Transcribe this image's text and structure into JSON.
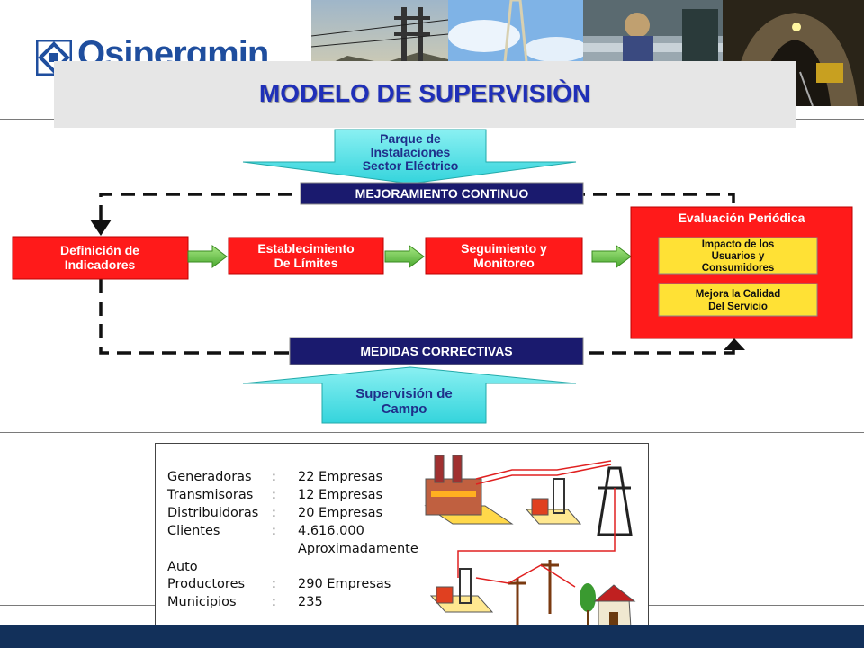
{
  "header": {
    "logo_text": "Osinergmin",
    "title": "MODELO DE SUPERVISIÒN"
  },
  "diagram": {
    "top_input": [
      "Parque de",
      "Instalaciones",
      "Sector Eléctrico"
    ],
    "bottom_input": [
      "Supervisión de",
      "Campo"
    ],
    "loop_top_label": "MEJORAMIENTO CONTINUO",
    "loop_bottom_label": "MEDIDAS CORRECTIVAS",
    "step1": [
      "Definición de",
      "Indicadores"
    ],
    "step2": [
      "Establecimiento",
      "De Límites"
    ],
    "step3": [
      "Seguimiento y",
      "Monitoreo"
    ],
    "evaluation_title": "Evaluación Periódica",
    "evaluation_item1": [
      "Impacto de los",
      "Usuarios y",
      "Consumidores"
    ],
    "evaluation_item2": [
      "Mejora la Calidad",
      "Del Servicio"
    ]
  },
  "stats": {
    "rows": [
      {
        "label": "Generadoras",
        "sep": ":",
        "value": "22 Empresas"
      },
      {
        "label": "Transmisoras",
        "sep": ":",
        "value": "12 Empresas"
      },
      {
        "label": "Distribuidoras",
        "sep": ":",
        "value": "20 Empresas"
      },
      {
        "label": "Clientes",
        "sep": ":",
        "value": "4.616.000"
      },
      {
        "label": "",
        "sep": "",
        "value": "Aproximadamente"
      },
      {
        "label": "Auto",
        "sep": "",
        "value": ""
      },
      {
        "label": "Productores",
        "sep": ":",
        "value": "290 Empresas"
      },
      {
        "label": "Municipios",
        "sep": ":",
        "value": "235"
      }
    ]
  },
  "colors": {
    "red_box": "#ff1a1a",
    "navy_box": "#1a1a6e",
    "cyan_arrow": "#5fe3e8",
    "yellow_box": "#ffe135",
    "green_arrow": "#78c850",
    "title_blue": "#1f2fb8"
  }
}
